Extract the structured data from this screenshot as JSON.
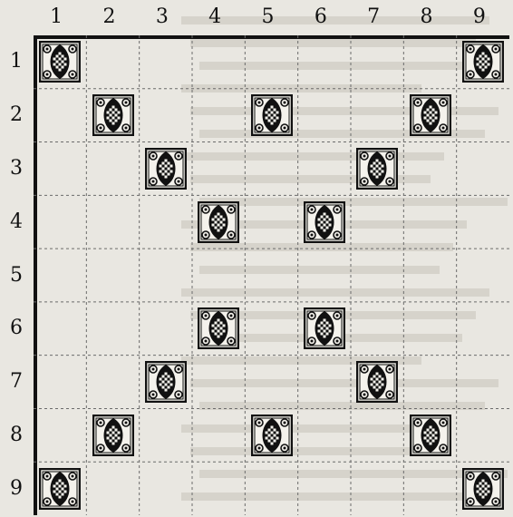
{
  "board": {
    "columns": [
      "1",
      "2",
      "3",
      "4",
      "5",
      "6",
      "7",
      "8",
      "9"
    ],
    "rows": [
      "1",
      "2",
      "3",
      "4",
      "5",
      "6",
      "7",
      "8",
      "9"
    ],
    "pieces": [
      {
        "row": 1,
        "col": 1
      },
      {
        "row": 1,
        "col": 9
      },
      {
        "row": 2,
        "col": 2
      },
      {
        "row": 2,
        "col": 5
      },
      {
        "row": 2,
        "col": 8
      },
      {
        "row": 3,
        "col": 3
      },
      {
        "row": 3,
        "col": 7
      },
      {
        "row": 4,
        "col": 4
      },
      {
        "row": 4,
        "col": 6
      },
      {
        "row": 6,
        "col": 4
      },
      {
        "row": 6,
        "col": 6
      },
      {
        "row": 7,
        "col": 3
      },
      {
        "row": 7,
        "col": 7
      },
      {
        "row": 8,
        "col": 2
      },
      {
        "row": 8,
        "col": 5
      },
      {
        "row": 8,
        "col": 8
      },
      {
        "row": 9,
        "col": 1
      },
      {
        "row": 9,
        "col": 9
      }
    ],
    "piece_icon": "ornate-square-piece-icon",
    "colors": {
      "paper": "#e9e7e1",
      "ink": "#111111",
      "grid": "#6b6b6b"
    }
  }
}
